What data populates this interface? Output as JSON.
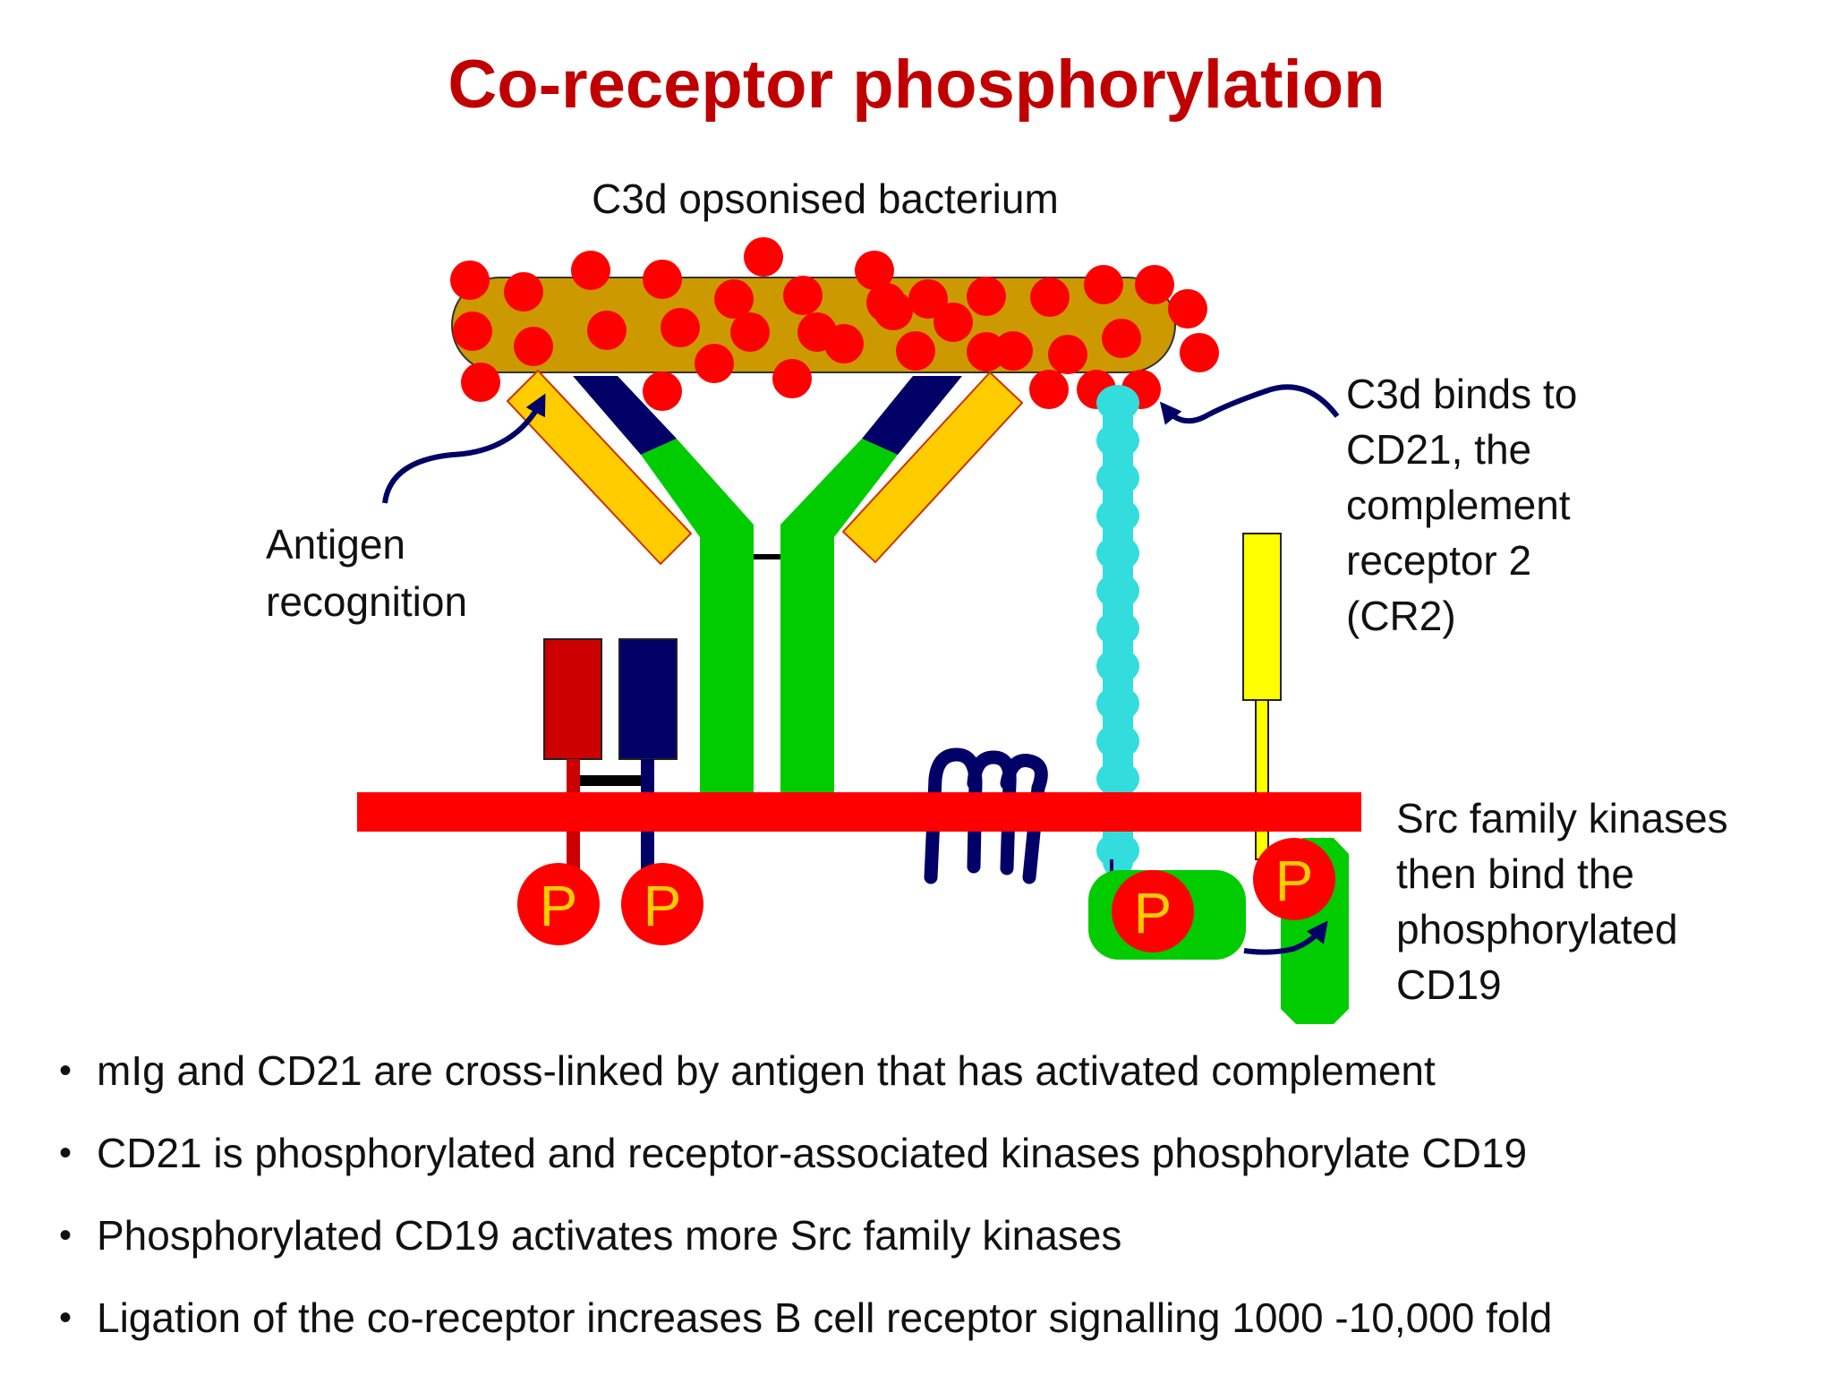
{
  "title": "Co-receptor phosphorylation",
  "labels": {
    "bacterium": "C3d opsonised bacterium",
    "antigen": [
      "Antigen",
      "recognition"
    ],
    "c3d_binds": [
      "C3d binds to",
      "CD21, the",
      "complement",
      "receptor 2",
      "(CR2)"
    ],
    "src": [
      "Src family kinases",
      "then bind the",
      "phosphorylated",
      "CD19"
    ],
    "phospho": "P"
  },
  "bullets": [
    "mIg and CD21 are cross-linked by antigen that has activated complement",
    "CD21 is phosphorylated and receptor-associated kinases phosphorylate CD19",
    "Phosphorylated CD19 activates more Src family kinases",
    "Ligation of the co-receptor increases B cell receptor signalling 1000 -10,000 fold"
  ],
  "colors": {
    "title": "#c00000",
    "membrane": "#ff0000",
    "bacterium": "#cc9900",
    "c3d": "#ff0000",
    "antibody_heavy": "#00cc00",
    "antibody_variable": "#000066",
    "antibody_light": "#ffcc00",
    "cd21": "#33dddd",
    "cd19": "#ffff00",
    "kinase": "#00cc00",
    "ig_alpha": "#cc0000",
    "ig_beta": "#000066",
    "arrow": "#000066",
    "phospho_text": "#ffcc00"
  }
}
